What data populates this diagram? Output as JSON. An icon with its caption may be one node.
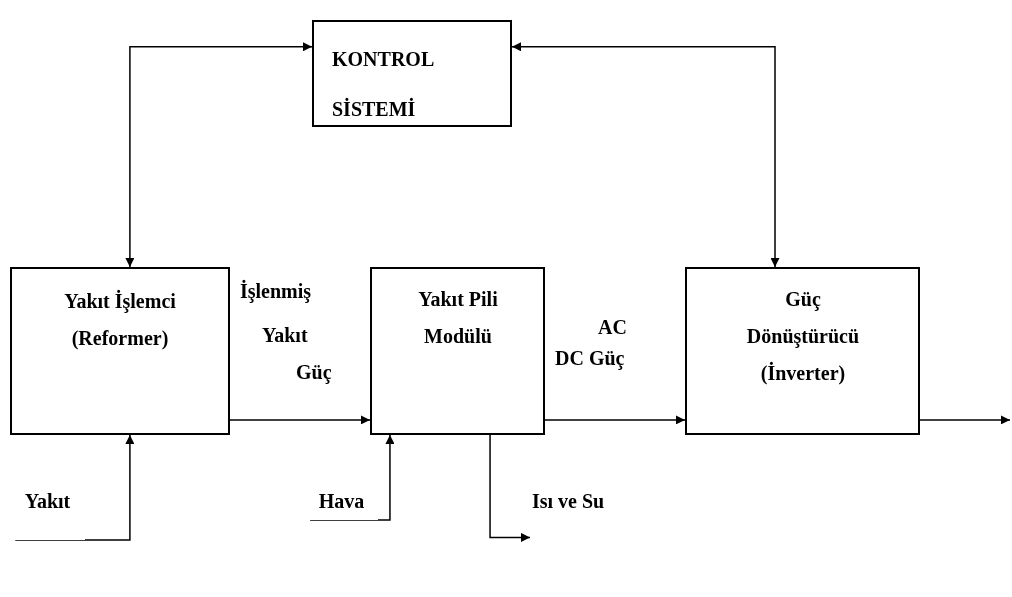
{
  "diagram": {
    "nodes": [
      {
        "text": [
          "KONTROL SİSTEMİ"
        ]
      },
      {
        "text": [
          "Yakıt İşlemci (Reformer)"
        ]
      },
      {
        "text": [
          "Yakıt Pili Modülü"
        ]
      },
      {
        "text": [
          "Güç Dönüştürücü (İnverter)"
        ]
      },
      {
        "text": [
          "Yakıt"
        ]
      },
      {
        "text": [
          "Hava"
        ]
      },
      {
        "text": [
          "Isı ve Su"
        ]
      }
    ],
    "edges": [
      {
        "from": 0,
        "to": 1,
        "arrow": "both"
      },
      {
        "from": 0,
        "to": 3,
        "arrow": "both"
      },
      {
        "from": 1,
        "to": 2,
        "arrow": "to"
      },
      {
        "from": 2,
        "to": 3,
        "arrow": "to"
      },
      {
        "from": 3,
        "to": null,
        "arrow": "to"
      },
      {
        "from": 4,
        "to": 1,
        "arrow": "to"
      },
      {
        "from": 5,
        "to": 2,
        "arrow": "to"
      },
      {
        "from": 2,
        "to": 6,
        "arrow": "to"
      }
    ],
    "labels": [
      "İşlenmiş",
      "Yakıt",
      "Güç",
      "AC",
      "DC Güç"
    ]
  }
}
